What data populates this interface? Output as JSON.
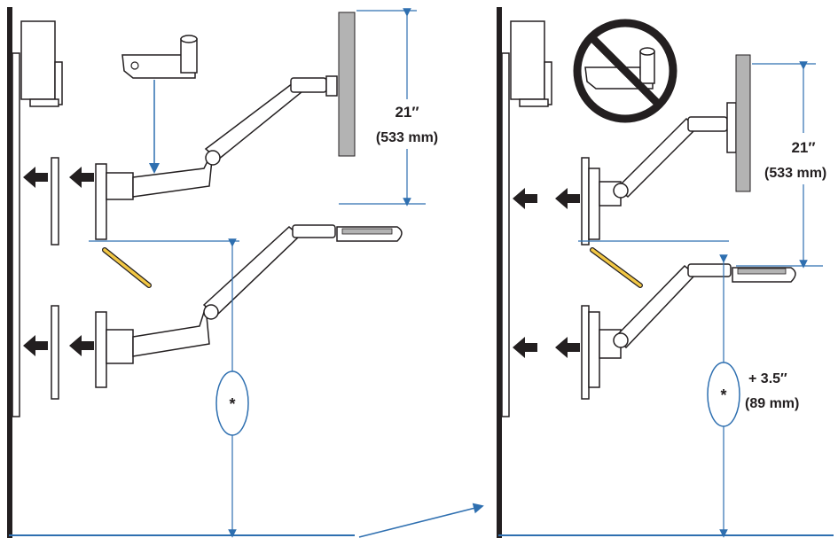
{
  "left_panel": {
    "height_label": "21″",
    "height_label_metric": "(533 mm)",
    "asterisk": "*"
  },
  "right_panel": {
    "height_label": "21″",
    "height_label_metric": "(533 mm)",
    "offset_label": "+ 3.5″",
    "offset_label_metric": "(89 mm)",
    "asterisk": "*"
  },
  "colors": {
    "dimension_line": "#2e6fb0",
    "outline": "#231f20",
    "monitor_fill": "#b3b3b3",
    "arm_fill": "#ffffff",
    "prohibit_red": "#231f20"
  },
  "icons": [
    "no-symbol-icon",
    "pencil-icon",
    "arrow-left-icon"
  ]
}
